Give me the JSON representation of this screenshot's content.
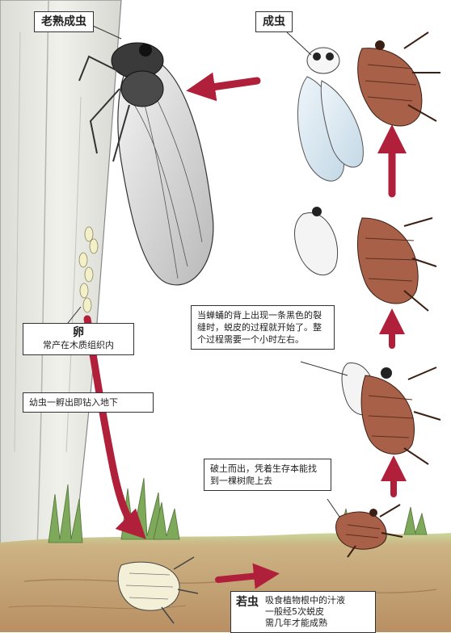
{
  "labels": {
    "old_adult": "老熟成虫",
    "adult": "成虫",
    "egg_title": "卵",
    "egg_desc": "常产在木质组织内",
    "larva": "幼虫一孵出即钻入地下",
    "molting": "当蝉蛹的背上出现一条黑色的裂缝时，蜕皮的过程就开始了。整个过程需要一个小时左右。",
    "climb": "破土而出，凭着生存本能找到一棵树爬上去",
    "nymph_title": "若虫",
    "nymph_lines": [
      "吸食植物根中的汁液",
      "一般经5次蜕皮",
      "需几年才能成熟"
    ]
  },
  "colors": {
    "arrow": "#b0203a",
    "soil": "#c9a77a",
    "grass": "#6f9a4e",
    "trunk": "#e6e6e1",
    "adult_wing": "#d7e6ef",
    "nymph_shell": "#a86048"
  }
}
